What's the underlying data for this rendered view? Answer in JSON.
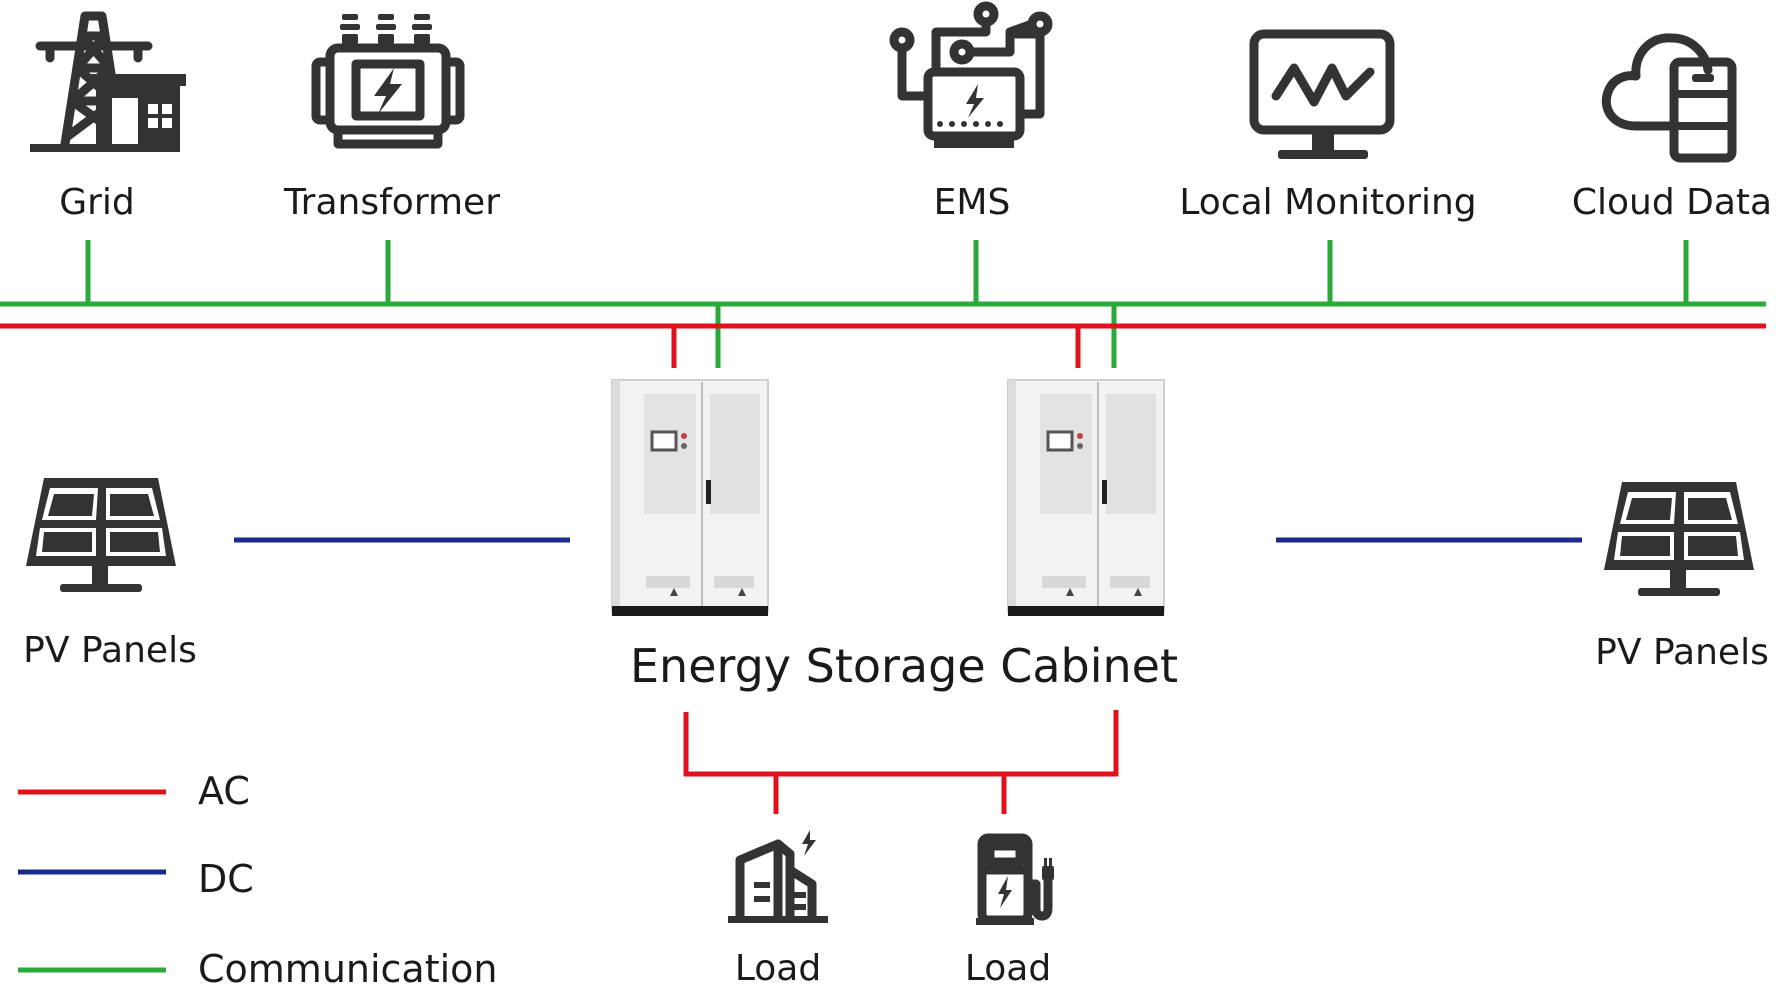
{
  "nodes": {
    "grid": {
      "label": "Grid",
      "icon": "power-tower-icon"
    },
    "transformer": {
      "label": "Transformer",
      "icon": "transformer-icon"
    },
    "ems": {
      "label": "EMS",
      "icon": "ems-circuit-icon"
    },
    "local_monitoring": {
      "label": "Local Monitoring",
      "icon": "monitor-icon"
    },
    "cloud_data": {
      "label": "Cloud Data",
      "icon": "cloud-server-icon"
    },
    "pv_left": {
      "label": "PV Panels",
      "icon": "solar-panel-icon"
    },
    "pv_right": {
      "label": "PV Panels",
      "icon": "solar-panel-icon"
    },
    "cabinet": {
      "label": "Energy Storage Cabinet"
    },
    "load_building": {
      "label": "Load",
      "icon": "building-icon"
    },
    "load_charger": {
      "label": "Load",
      "icon": "ev-charger-icon"
    }
  },
  "legend": {
    "ac": {
      "label": "AC",
      "color": "#e0101c"
    },
    "dc": {
      "label": "DC",
      "color": "#1a2a8c"
    },
    "communication": {
      "label": "Communication",
      "color": "#2aaa3a"
    }
  },
  "colors": {
    "ac": "#e0101c",
    "dc": "#1a2a8c",
    "communication": "#2aaa3a",
    "icon": "#333333"
  }
}
